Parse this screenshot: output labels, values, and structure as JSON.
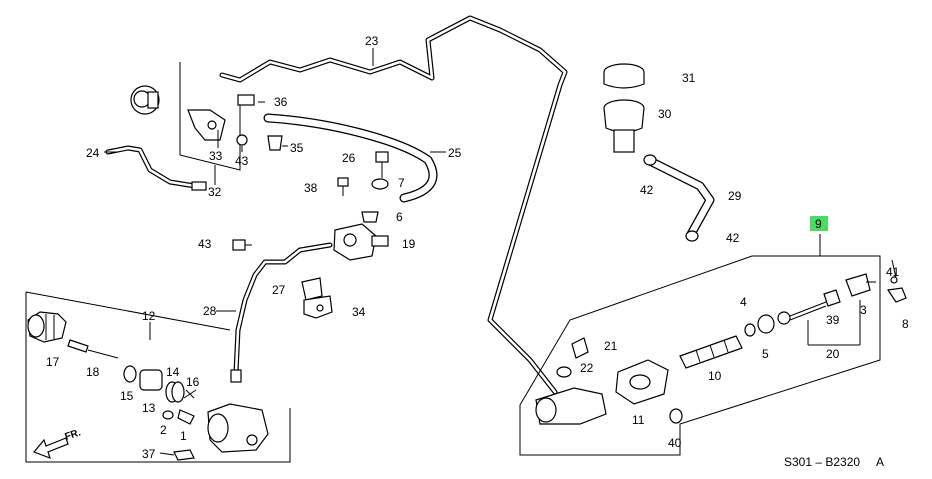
{
  "callouts": {
    "p1": "1",
    "p2": "2",
    "p3": "3",
    "p4": "4",
    "p5": "5",
    "p6": "6",
    "p7": "7",
    "p8": "8",
    "p9": "9",
    "p10": "10",
    "p11": "11",
    "p12": "12",
    "p13": "13",
    "p14": "14",
    "p15": "15",
    "p16": "16",
    "p17": "17",
    "p18": "18",
    "p19": "19",
    "p20": "20",
    "p21": "21",
    "p22": "22",
    "p23": "23",
    "p24": "24",
    "p25": "25",
    "p26": "26",
    "p27": "27",
    "p28": "28",
    "p29": "29",
    "p30": "30",
    "p31": "31",
    "p32": "32",
    "p33": "33",
    "p34": "34",
    "p35": "35",
    "p36": "36",
    "p37": "37",
    "p38": "38",
    "p39": "39",
    "p40": "40",
    "p41": "41",
    "p42a": "42",
    "p42b": "42",
    "p43a": "43",
    "p43b": "43"
  },
  "direction_label": "FR.",
  "diagram_code": "S301 – B2320",
  "diagram_code_suffix": "A",
  "colors": {
    "highlight": "#4cd964",
    "line": "#000000",
    "background": "#ffffff"
  }
}
